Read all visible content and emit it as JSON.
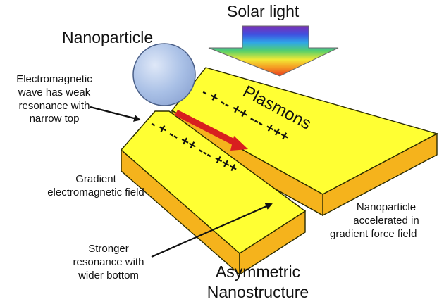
{
  "labels": {
    "solar_light": "Solar light",
    "nanoparticle": "Nanoparticle",
    "plasmons": "Plasmons",
    "weak_resonance": [
      "Electromagnetic",
      "wave has weak",
      "resonance with",
      "narrow top"
    ],
    "gradient_field": [
      "Gradient",
      "electromagnetic field"
    ],
    "accelerated": [
      "Nanoparticle",
      "accelerated in",
      "gradient force field"
    ],
    "stronger_resonance": [
      "Stronger",
      "resonance with",
      "wider bottom"
    ],
    "structure": [
      "Asymmetric",
      "Nanostructure"
    ]
  },
  "charges": {
    "back_block": "- + -- ++ --- +++",
    "front_block": "- + -- ++ --- +++"
  },
  "colors": {
    "block_top": "#ffff33",
    "block_side": "#f5b31c",
    "block_edge": "#2a2a00",
    "particle": "#a9c0e6",
    "particle_edge": "#4a5f88",
    "force_arrow": "#d81f1f",
    "pointer": "#111111",
    "sun_arrow_stops": [
      "#7b2fb5",
      "#3f51e0",
      "#2fa7e8",
      "#55d06a",
      "#f2e935",
      "#f59a23",
      "#e83a1e"
    ]
  }
}
